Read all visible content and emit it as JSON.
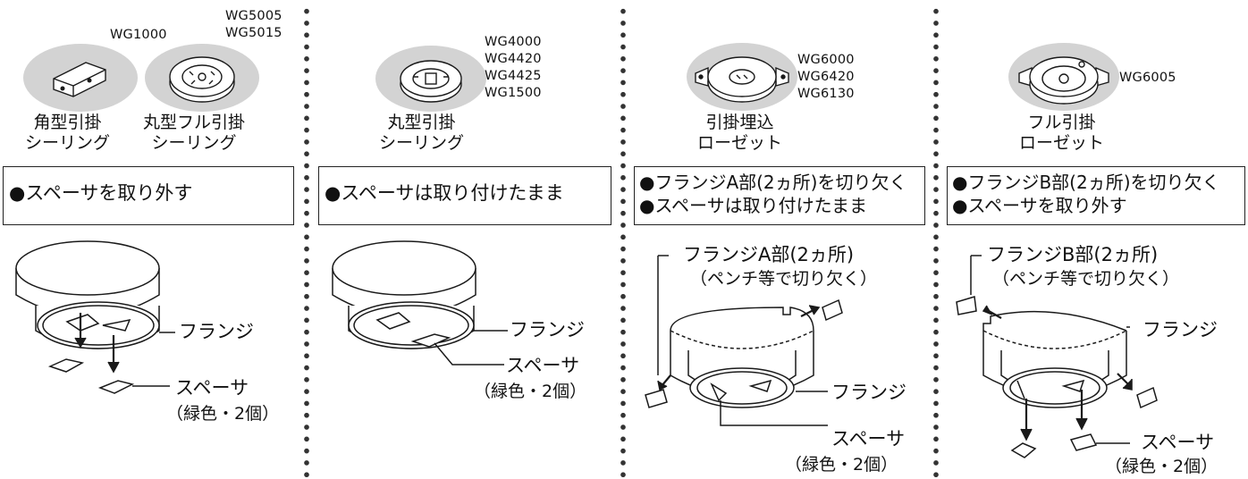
{
  "panels": [
    {
      "models_a": [
        "WG1000"
      ],
      "models_b": [
        "WG5005",
        "WG5015"
      ],
      "caption_a": [
        "角型引掛",
        "シーリング"
      ],
      "caption_b": [
        "丸型フル引掛",
        "シーリング"
      ],
      "instructions": [
        "●スペーサを取り外す"
      ],
      "labels": {
        "flange": "フランジ",
        "spacer": "スペーサ",
        "spacer_note": "（緑色・2個）"
      }
    },
    {
      "models": [
        "WG4000",
        "WG4420",
        "WG4425",
        "WG1500"
      ],
      "caption": [
        "丸型引掛",
        "シーリング"
      ],
      "instructions": [
        "●スペーサは取り付けたまま"
      ],
      "labels": {
        "flange": "フランジ",
        "spacer": "スペーサ",
        "spacer_note": "（緑色・2個）"
      }
    },
    {
      "models": [
        "WG6000",
        "WG6420",
        "WG6130"
      ],
      "caption": [
        "引掛埋込",
        "ローゼット"
      ],
      "instructions": [
        "●フランジA部(2ヵ所)を切り欠く",
        "●スペーサは取り付けたまま"
      ],
      "labels": {
        "flange_part": "フランジA部(2ヵ所)",
        "flange_part_note": "（ペンチ等で切り欠く）",
        "flange": "フランジ",
        "spacer": "スペーサ",
        "spacer_note": "（緑色・2個）"
      }
    },
    {
      "models": [
        "WG6005"
      ],
      "caption": [
        "フル引掛",
        "ローゼット"
      ],
      "instructions": [
        "●フランジB部(2ヵ所)を切り欠く",
        "●スペーサを取り外す"
      ],
      "labels": {
        "flange_part": "フランジB部(2ヵ所)",
        "flange_part_note": "（ペンチ等で切り欠く）",
        "flange": "フランジ",
        "spacer": "スペーサ",
        "spacer_note": "（緑色・2個）"
      }
    }
  ],
  "colors": {
    "device_bg": "#d3d3d3",
    "line": "#1a1a1a",
    "separator": "#333333"
  }
}
